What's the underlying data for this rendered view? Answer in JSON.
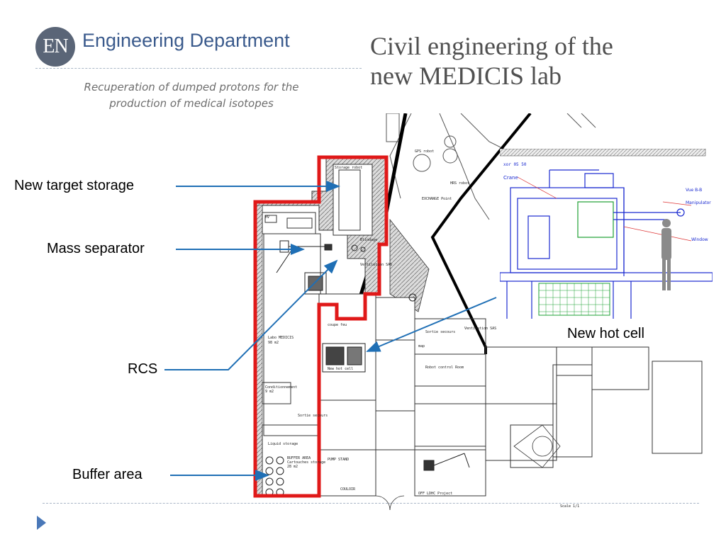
{
  "header": {
    "logo_text": "EN",
    "department": "Engineering Department",
    "subtitle_line1": "Recuperation of dumped protons for the",
    "subtitle_line2": "production of medical isotopes",
    "title_line1": "Civil engineering of the",
    "title_line2": "new MEDICIS lab"
  },
  "callouts": {
    "new_target_storage": "New target storage",
    "mass_separator": "Mass separator",
    "rcs": "RCS",
    "buffer_area": "Buffer area",
    "new_hot_cell": "New hot cell"
  },
  "plan_labels": {
    "hv": "HV",
    "storage_robot": "Storage robot",
    "blindage": "Blindage",
    "ventilation_sas": "Ventilation SAS",
    "labo_medicis": "Labo MEDICIS",
    "labo_area": "98 m2",
    "conditionnement": "Conditionnement",
    "cond_area": "9 m2",
    "sortie_secours": "Sortie secours",
    "liquid_storage": "Liquid storage",
    "buffer_area": "BUFFER AREA",
    "buffer_detail": "Cartouches storage",
    "buffer_m2": "28 m2",
    "coupe_feu": "coupe feu",
    "new_hot_cell": "New hot cell",
    "robot_control_room": "Robot control Room",
    "pump_stand": "PUMP STAND",
    "couloir": "COULOIR",
    "lhc_project": "OFF LDHC Project",
    "exchange_point": "EXCHANGE Point",
    "gps_robot": "GPS robot",
    "hrs_robot": "HRS robot",
    "ventilation_sas_2": "Ventilation SAS",
    "sortie_secours_2": "Sortie secours",
    "map": "map",
    "scale": "Scale 1/1"
  },
  "hot_cell_labels": {
    "crane": "Crane",
    "manipulator": "Manipulator",
    "window": "Window",
    "view": "Vue B-B",
    "dim": "xor 05 50"
  },
  "colors": {
    "dept_blue": "#3a5a8c",
    "arrow_blue": "#1f6fb5",
    "red_outline": "#e01919",
    "bullet": "#4a78b8"
  }
}
